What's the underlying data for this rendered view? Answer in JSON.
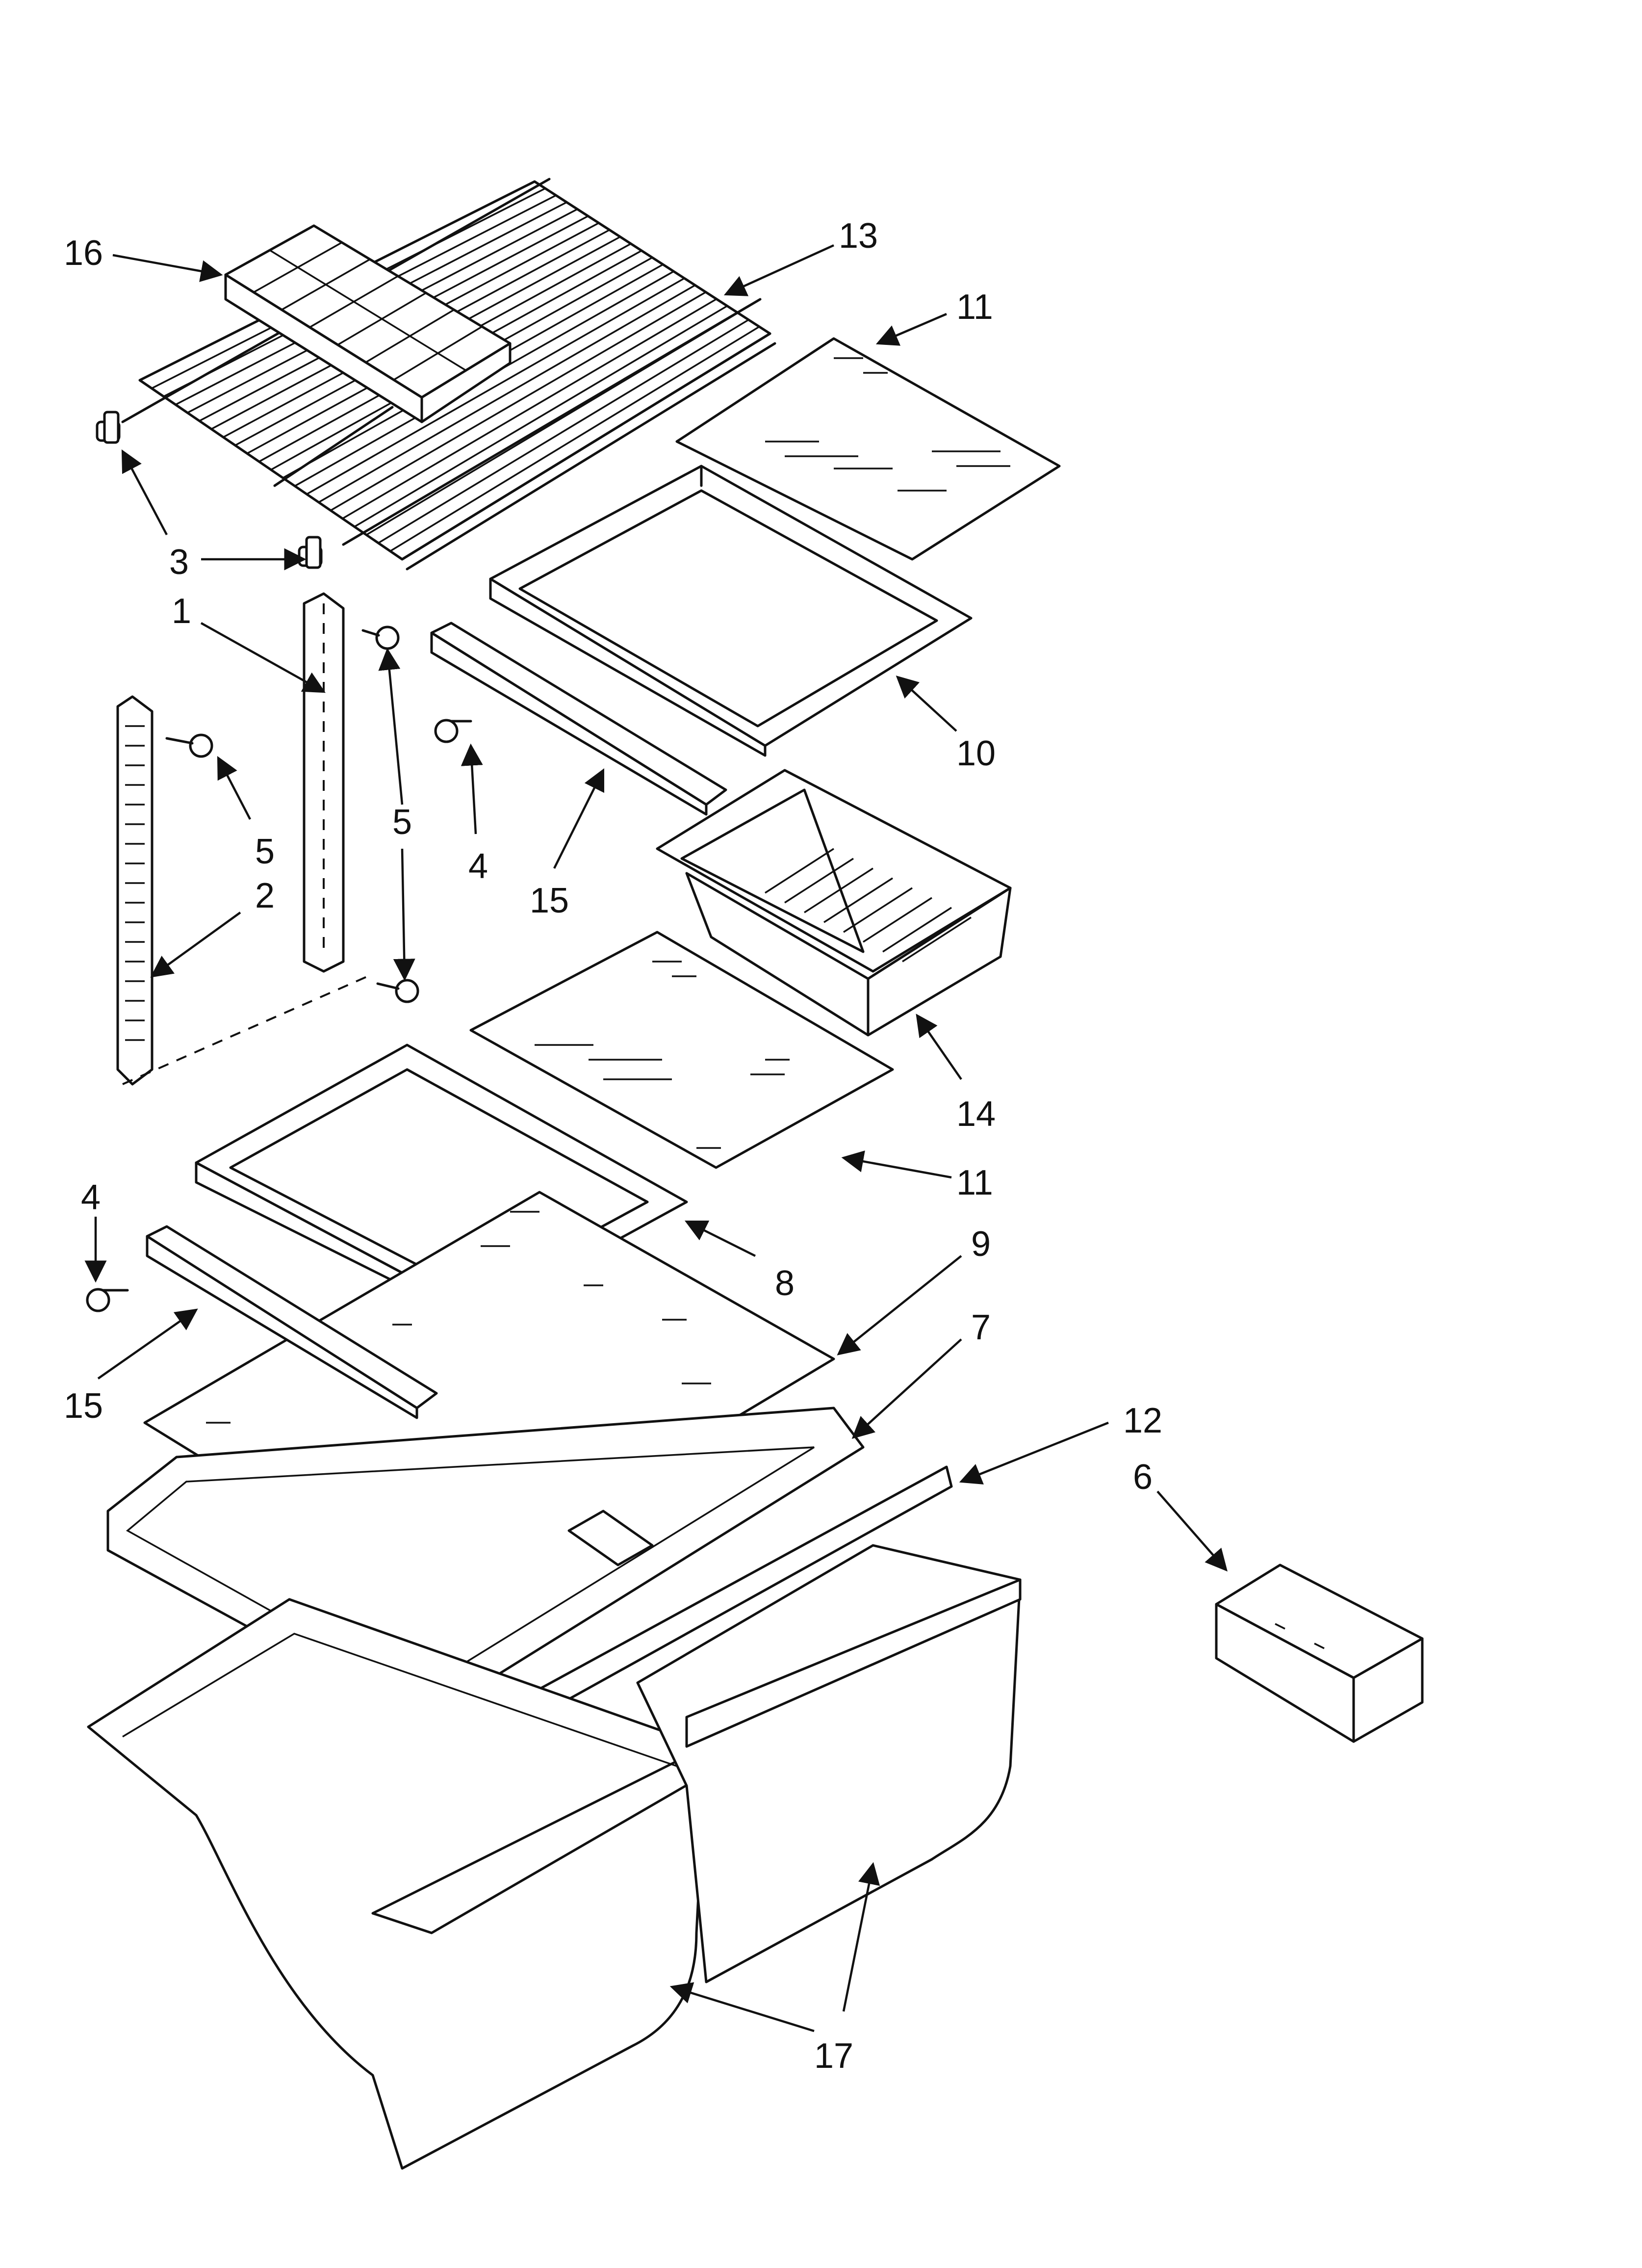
{
  "callouts": [
    {
      "id": "16",
      "text": "16"
    },
    {
      "id": "13",
      "text": "13"
    },
    {
      "id": "11a",
      "text": "11"
    },
    {
      "id": "3",
      "text": "3"
    },
    {
      "id": "1",
      "text": "1"
    },
    {
      "id": "5a",
      "text": "5"
    },
    {
      "id": "5b",
      "text": "5"
    },
    {
      "id": "4a",
      "text": "4"
    },
    {
      "id": "15a",
      "text": "15"
    },
    {
      "id": "10",
      "text": "10"
    },
    {
      "id": "2",
      "text": "2"
    },
    {
      "id": "14",
      "text": "14"
    },
    {
      "id": "11b",
      "text": "11"
    },
    {
      "id": "4b",
      "text": "4"
    },
    {
      "id": "8",
      "text": "8"
    },
    {
      "id": "9",
      "text": "9"
    },
    {
      "id": "7",
      "text": "7"
    },
    {
      "id": "15b",
      "text": "15"
    },
    {
      "id": "12",
      "text": "12"
    },
    {
      "id": "6",
      "text": "6"
    },
    {
      "id": "17",
      "text": "17"
    }
  ]
}
